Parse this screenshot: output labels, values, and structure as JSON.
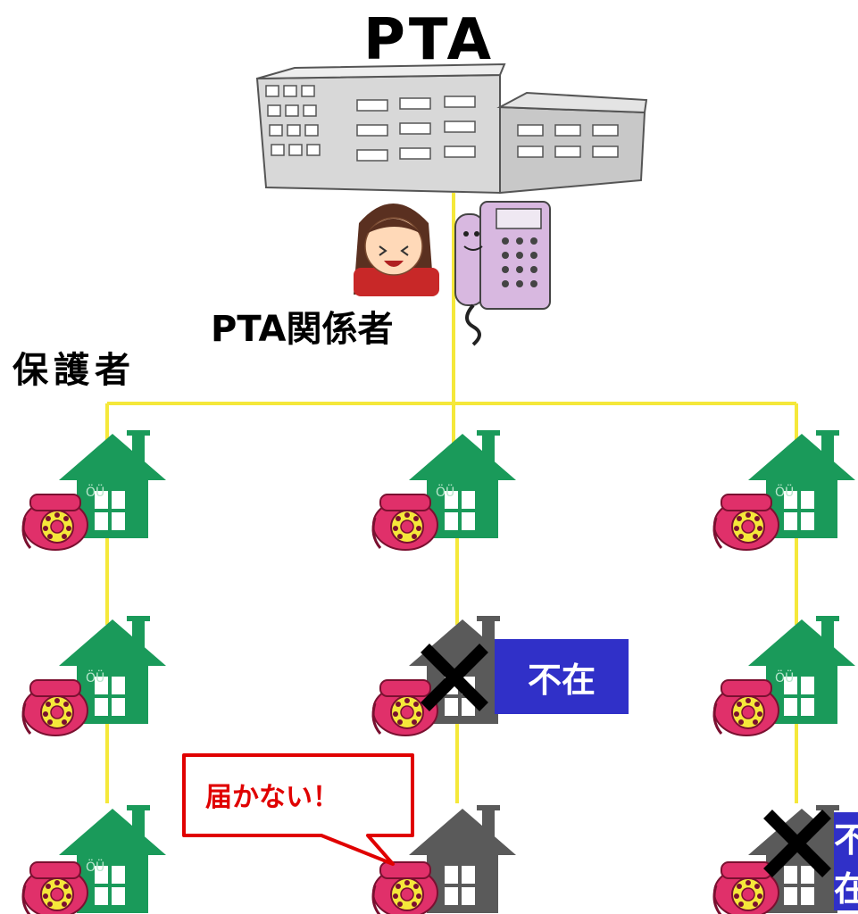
{
  "title": "PTA",
  "pta_person_label": "PTA関係者",
  "parents_label": "保護者",
  "absent_badge_label": "不在",
  "callout_text": "届かない！",
  "colors": {
    "line": "#f5e83a",
    "house_normal": "#1a9a5a",
    "house_absent": "#5a5a5a",
    "phone": "#e0306a",
    "badge": "#3030c8",
    "callout": "#e00000"
  },
  "houses": [
    {
      "column": "left",
      "row": 1,
      "status": "normal"
    },
    {
      "column": "center",
      "row": 1,
      "status": "normal"
    },
    {
      "column": "right",
      "row": 1,
      "status": "normal"
    },
    {
      "column": "left",
      "row": 2,
      "status": "normal"
    },
    {
      "column": "center",
      "row": 2,
      "status": "absent"
    },
    {
      "column": "right",
      "row": 2,
      "status": "normal"
    },
    {
      "column": "left",
      "row": 3,
      "status": "normal"
    },
    {
      "column": "center",
      "row": 3,
      "status": "unreached"
    },
    {
      "column": "right",
      "row": 3,
      "status": "absent"
    }
  ]
}
